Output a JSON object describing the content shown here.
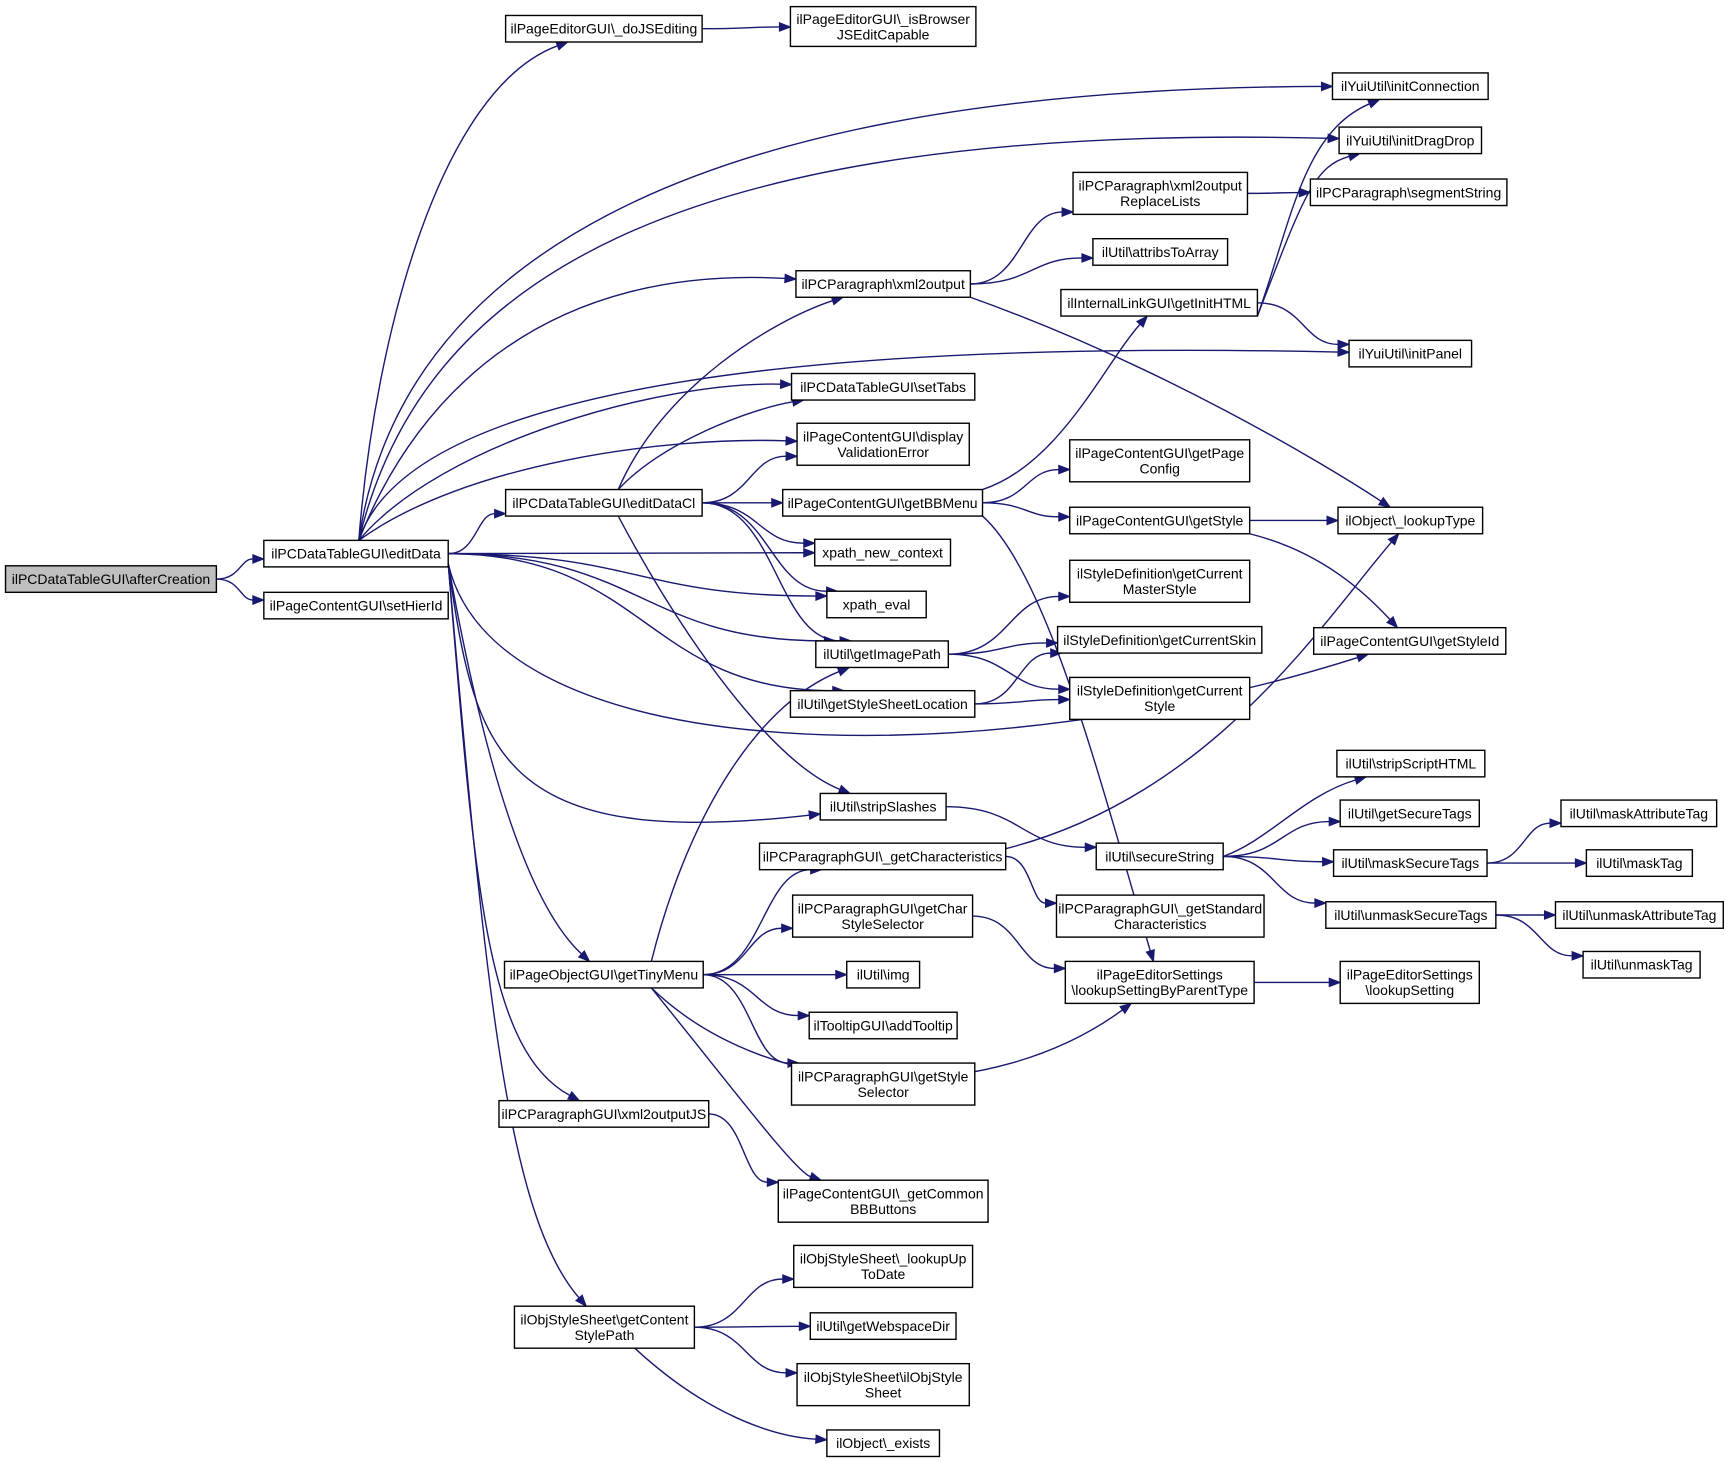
{
  "nodes": [
    {
      "id": "n0",
      "lines": [
        "ilPCDataTableGUI\\afterCreation"
      ],
      "root": true
    },
    {
      "id": "n1",
      "lines": [
        "ilPCDataTableGUI\\editData"
      ]
    },
    {
      "id": "n2",
      "lines": [
        "ilPageContentGUI\\setHierId"
      ]
    },
    {
      "id": "n3",
      "lines": [
        "ilPageEditorGUI\\_doJSEditing"
      ]
    },
    {
      "id": "n4",
      "lines": [
        "ilPageEditorGUI\\_isBrowser",
        "JSEditCapable"
      ]
    },
    {
      "id": "n5",
      "lines": [
        "ilYuiUtil\\initConnection"
      ]
    },
    {
      "id": "n6",
      "lines": [
        "ilYuiUtil\\initDragDrop"
      ]
    },
    {
      "id": "n7",
      "lines": [
        "ilPCParagraph\\xml2output",
        "ReplaceLists"
      ]
    },
    {
      "id": "n8",
      "lines": [
        "ilPCParagraph\\segmentString"
      ]
    },
    {
      "id": "n9",
      "lines": [
        "ilUtil\\attribsToArray"
      ]
    },
    {
      "id": "n10",
      "lines": [
        "ilPCParagraph\\xml2output"
      ]
    },
    {
      "id": "n11",
      "lines": [
        "ilInternalLinkGUI\\getInitHTML"
      ]
    },
    {
      "id": "n12",
      "lines": [
        "ilYuiUtil\\initPanel"
      ]
    },
    {
      "id": "n13",
      "lines": [
        "ilPCDataTableGUI\\setTabs"
      ]
    },
    {
      "id": "n14",
      "lines": [
        "ilPageContentGUI\\display",
        "ValidationError"
      ]
    },
    {
      "id": "n15",
      "lines": [
        "ilPageContentGUI\\getPage",
        "Config"
      ]
    },
    {
      "id": "n16",
      "lines": [
        "ilPCDataTableGUI\\editDataCl"
      ]
    },
    {
      "id": "n17",
      "lines": [
        "ilPageContentGUI\\getBBMenu"
      ]
    },
    {
      "id": "n18",
      "lines": [
        "ilPageContentGUI\\getStyle"
      ]
    },
    {
      "id": "n19",
      "lines": [
        "ilObject\\_lookupType"
      ]
    },
    {
      "id": "n20",
      "lines": [
        "xpath_new_context"
      ]
    },
    {
      "id": "n21",
      "lines": [
        "ilStyleDefinition\\getCurrent",
        "MasterStyle"
      ]
    },
    {
      "id": "n22",
      "lines": [
        "xpath_eval"
      ]
    },
    {
      "id": "n23",
      "lines": [
        "ilStyleDefinition\\getCurrentSkin"
      ]
    },
    {
      "id": "n24",
      "lines": [
        "ilPageContentGUI\\getStyleId"
      ]
    },
    {
      "id": "n25",
      "lines": [
        "ilUtil\\getImagePath"
      ]
    },
    {
      "id": "n26",
      "lines": [
        "ilUtil\\getStyleSheetLocation"
      ]
    },
    {
      "id": "n27",
      "lines": [
        "ilStyleDefinition\\getCurrent",
        "Style"
      ]
    },
    {
      "id": "n28",
      "lines": [
        "ilUtil\\stripScriptHTML"
      ]
    },
    {
      "id": "n29",
      "lines": [
        "ilUtil\\stripSlashes"
      ]
    },
    {
      "id": "n30",
      "lines": [
        "ilUtil\\getSecureTags"
      ]
    },
    {
      "id": "n31",
      "lines": [
        "ilUtil\\maskAttributeTag"
      ]
    },
    {
      "id": "n32",
      "lines": [
        "ilPCParagraphGUI\\_getCharacteristics"
      ]
    },
    {
      "id": "n33",
      "lines": [
        "ilUtil\\secureString"
      ]
    },
    {
      "id": "n34",
      "lines": [
        "ilUtil\\maskSecureTags"
      ]
    },
    {
      "id": "n35",
      "lines": [
        "ilUtil\\maskTag"
      ]
    },
    {
      "id": "n36",
      "lines": [
        "ilPCParagraphGUI\\getChar",
        "StyleSelector"
      ]
    },
    {
      "id": "n37",
      "lines": [
        "ilPCParagraphGUI\\_getStandard",
        "Characteristics"
      ]
    },
    {
      "id": "n38",
      "lines": [
        "ilUtil\\unmaskSecureTags"
      ]
    },
    {
      "id": "n39",
      "lines": [
        "ilUtil\\unmaskAttributeTag"
      ]
    },
    {
      "id": "n40",
      "lines": [
        "ilUtil\\unmaskTag"
      ]
    },
    {
      "id": "n41",
      "lines": [
        "ilPageObjectGUI\\getTinyMenu"
      ]
    },
    {
      "id": "n42",
      "lines": [
        "ilUtil\\img"
      ]
    },
    {
      "id": "n43",
      "lines": [
        "ilPageEditorSettings",
        "\\lookupSettingByParentType"
      ]
    },
    {
      "id": "n44",
      "lines": [
        "ilPageEditorSettings",
        "\\lookupSetting"
      ]
    },
    {
      "id": "n45",
      "lines": [
        "ilTooltipGUI\\addTooltip"
      ]
    },
    {
      "id": "n46",
      "lines": [
        "ilPCParagraphGUI\\getStyle",
        "Selector"
      ]
    },
    {
      "id": "n47",
      "lines": [
        "ilPCParagraphGUI\\xml2outputJS"
      ]
    },
    {
      "id": "n48",
      "lines": [
        "ilPageContentGUI\\_getCommon",
        "BBButtons"
      ]
    },
    {
      "id": "n49",
      "lines": [
        "ilObjStyleSheet\\_lookupUp",
        "ToDate"
      ]
    },
    {
      "id": "n50",
      "lines": [
        "ilObjStyleSheet\\getContent",
        "StylePath"
      ]
    },
    {
      "id": "n51",
      "lines": [
        "ilUtil\\getWebspaceDir"
      ]
    },
    {
      "id": "n52",
      "lines": [
        "ilObjStyleSheet\\ilObjStyle",
        "Sheet"
      ]
    },
    {
      "id": "n53",
      "lines": [
        "ilObject\\_exists"
      ]
    }
  ],
  "edges": [
    [
      "n0",
      "n1"
    ],
    [
      "n0",
      "n2"
    ],
    [
      "n1",
      "n3"
    ],
    [
      "n1",
      "n5"
    ],
    [
      "n1",
      "n6"
    ],
    [
      "n1",
      "n10"
    ],
    [
      "n1",
      "n12"
    ],
    [
      "n1",
      "n13"
    ],
    [
      "n1",
      "n14"
    ],
    [
      "n1",
      "n16"
    ],
    [
      "n1",
      "n20"
    ],
    [
      "n1",
      "n22"
    ],
    [
      "n1",
      "n25"
    ],
    [
      "n1",
      "n26"
    ],
    [
      "n1",
      "n24"
    ],
    [
      "n1",
      "n29"
    ],
    [
      "n1",
      "n41"
    ],
    [
      "n1",
      "n47"
    ],
    [
      "n1",
      "n50"
    ],
    [
      "n3",
      "n4"
    ],
    [
      "n10",
      "n7"
    ],
    [
      "n10",
      "n9"
    ],
    [
      "n10",
      "n19"
    ],
    [
      "n7",
      "n8"
    ],
    [
      "n11",
      "n5"
    ],
    [
      "n11",
      "n6"
    ],
    [
      "n11",
      "n12"
    ],
    [
      "n16",
      "n10"
    ],
    [
      "n16",
      "n13"
    ],
    [
      "n16",
      "n14"
    ],
    [
      "n16",
      "n17"
    ],
    [
      "n16",
      "n20"
    ],
    [
      "n16",
      "n22"
    ],
    [
      "n16",
      "n25"
    ],
    [
      "n16",
      "n29"
    ],
    [
      "n17",
      "n11"
    ],
    [
      "n17",
      "n15"
    ],
    [
      "n17",
      "n18"
    ],
    [
      "n17",
      "n43"
    ],
    [
      "n18",
      "n19"
    ],
    [
      "n18",
      "n24"
    ],
    [
      "n25",
      "n21"
    ],
    [
      "n25",
      "n23"
    ],
    [
      "n25",
      "n27"
    ],
    [
      "n26",
      "n23"
    ],
    [
      "n26",
      "n27"
    ],
    [
      "n29",
      "n33"
    ],
    [
      "n32",
      "n19"
    ],
    [
      "n32",
      "n37"
    ],
    [
      "n33",
      "n28"
    ],
    [
      "n33",
      "n30"
    ],
    [
      "n33",
      "n34"
    ],
    [
      "n33",
      "n38"
    ],
    [
      "n34",
      "n31"
    ],
    [
      "n34",
      "n35"
    ],
    [
      "n38",
      "n39"
    ],
    [
      "n38",
      "n40"
    ],
    [
      "n36",
      "n43"
    ],
    [
      "n43",
      "n44"
    ],
    [
      "n41",
      "n25"
    ],
    [
      "n41",
      "n32"
    ],
    [
      "n41",
      "n36"
    ],
    [
      "n41",
      "n42"
    ],
    [
      "n41",
      "n45"
    ],
    [
      "n41",
      "n46"
    ],
    [
      "n41",
      "n48"
    ],
    [
      "n41",
      "n43"
    ],
    [
      "n47",
      "n48"
    ],
    [
      "n50",
      "n49"
    ],
    [
      "n50",
      "n51"
    ],
    [
      "n50",
      "n52"
    ],
    [
      "n50",
      "n53"
    ]
  ]
}
